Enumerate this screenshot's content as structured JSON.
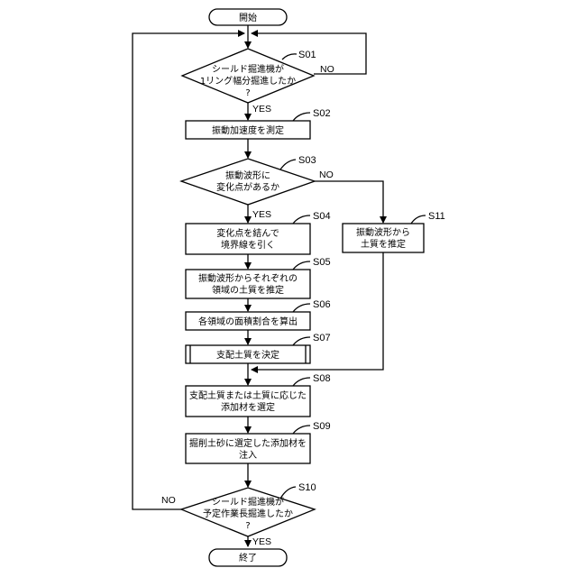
{
  "flowchart": {
    "start_label": "開始",
    "end_label": "終了",
    "yes": "YES",
    "no": "NO",
    "steps": {
      "s01": {
        "id": "S01",
        "line1": "シールド掘進機が",
        "line2": "1リング幅分掘進したか",
        "line3": "?"
      },
      "s02": {
        "id": "S02",
        "line1": "振動加速度を測定"
      },
      "s03": {
        "id": "S03",
        "line1": "振動波形に",
        "line2": "変化点があるか"
      },
      "s04": {
        "id": "S04",
        "line1": "変化点を結んで",
        "line2": "境界線を引く"
      },
      "s05": {
        "id": "S05",
        "line1": "振動波形からそれぞれの",
        "line2": "領域の土質を推定"
      },
      "s06": {
        "id": "S06",
        "line1": "各領域の面積割合を算出"
      },
      "s07": {
        "id": "S07",
        "line1": "支配土質を決定"
      },
      "s08": {
        "id": "S08",
        "line1": "支配土質または土質に応じた",
        "line2": "添加材を選定"
      },
      "s09": {
        "id": "S09",
        "line1": "掘削土砂に選定した添加材を",
        "line2": "注入"
      },
      "s10": {
        "id": "S10",
        "line1": "シールド掘進機が",
        "line2": "予定作業長掘進したか",
        "line3": "?"
      },
      "s11": {
        "id": "S11",
        "line1": "振動波形から",
        "line2": "土質を推定"
      }
    }
  }
}
